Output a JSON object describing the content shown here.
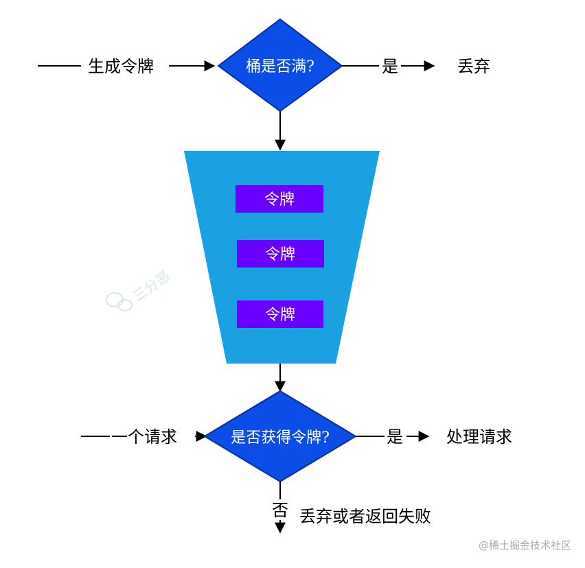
{
  "colors": {
    "diamond_fill": "#0b4de6",
    "diamond_stroke": "#0a2f9c",
    "bucket_fill": "#1ba1e2",
    "token_fill": "#6a00ff",
    "line": "#000000"
  },
  "top": {
    "input_label": "生成令牌",
    "decision": "桶是否满?",
    "yes_label": "是",
    "yes_result": "丢弃"
  },
  "bucket": {
    "tokens": [
      "令牌",
      "令牌",
      "令牌"
    ]
  },
  "bottom": {
    "input_label": "一个请求",
    "decision": "是否获得令牌?",
    "yes_label": "是",
    "yes_result": "处理请求",
    "no_label": "否",
    "no_result": "丢弃或者返回失败"
  },
  "watermarks": {
    "center": "三分恶",
    "footer": "@稀土掘金技术社区"
  }
}
